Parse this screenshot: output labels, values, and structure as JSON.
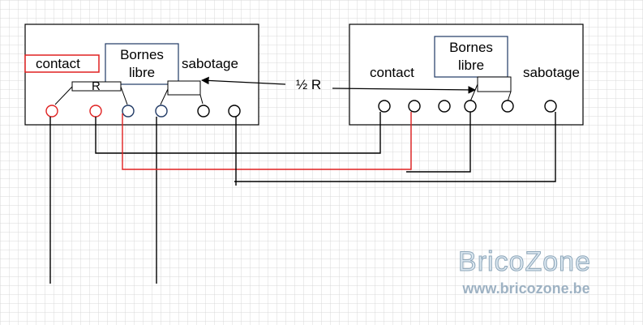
{
  "colors": {
    "grid": "#d9d9d9",
    "line": "#000000",
    "red": "#e02020",
    "navy": "#1f3864",
    "watermark_fill": "#dbe7f0",
    "watermark_stroke": "#8ea7ba"
  },
  "left_device": {
    "contact_label": "contact",
    "bornes_label_line1": "Bornes",
    "bornes_label_line2": "libre",
    "sabotage_label": "sabotage",
    "resistor_label": "R"
  },
  "right_device": {
    "contact_label": "contact",
    "bornes_label_line1": "Bornes",
    "bornes_label_line2": "libre",
    "sabotage_label": "sabotage"
  },
  "half_resistor_label": "½ R",
  "watermark": {
    "title": "BricoZone",
    "url": "www.bricozone.be"
  }
}
